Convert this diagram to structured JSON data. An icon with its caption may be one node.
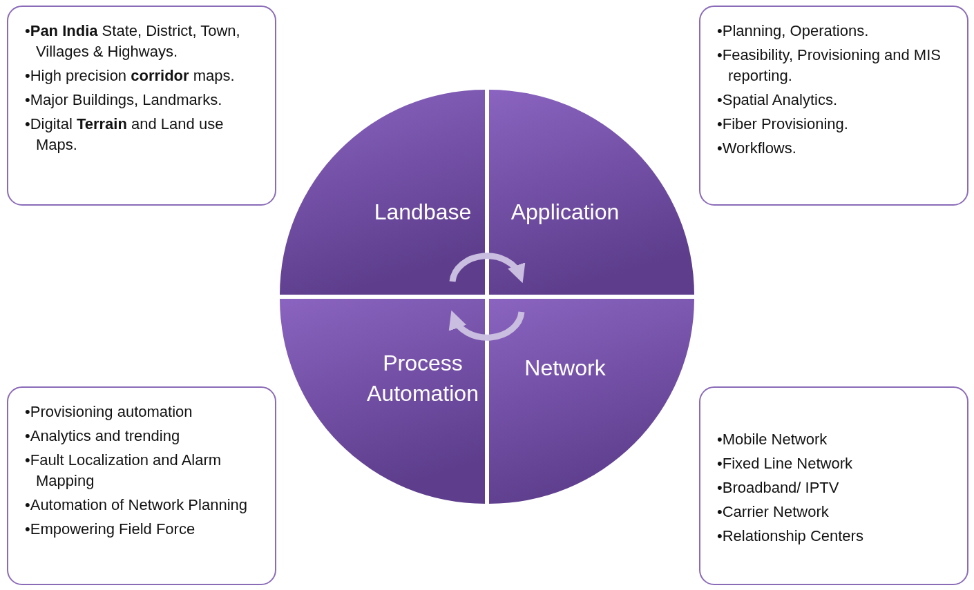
{
  "diagram": {
    "nodes": [
      {
        "text": [
          "Landbase"
        ]
      },
      {
        "text": [
          "•**Pan India** State, District, Town, Villages & Highways.",
          "•High precision **corridor** maps.",
          "•Major Buildings, Landmarks.",
          "•Digital **Terrain** and Land use Maps."
        ]
      },
      {
        "text": [
          "Application"
        ]
      },
      {
        "text": [
          "•Planning, Operations.",
          "•Feasibility, Provisioning and MIS reporting.",
          "•Spatial Analytics.",
          "•Fiber Provisioning.",
          "•Workflows."
        ]
      },
      {
        "text": [
          "Process Automation"
        ]
      },
      {
        "text": [
          "•Provisioning automation",
          "•Analytics and trending",
          "•Fault Localization and Alarm Mapping",
          "•Automation of Network Planning",
          "•Empowering Field Force"
        ]
      },
      {
        "text": [
          "Network"
        ]
      },
      {
        "text": [
          "•Mobile Network",
          "•Fixed Line Network",
          "•Broadband/ IPTV",
          "•Carrier Network",
          "•Relationship Centers"
        ]
      }
    ],
    "edges": [
      {
        "from": 0,
        "to": 2,
        "arrow": "to"
      },
      {
        "from": 6,
        "to": 4,
        "arrow": "to"
      }
    ]
  }
}
